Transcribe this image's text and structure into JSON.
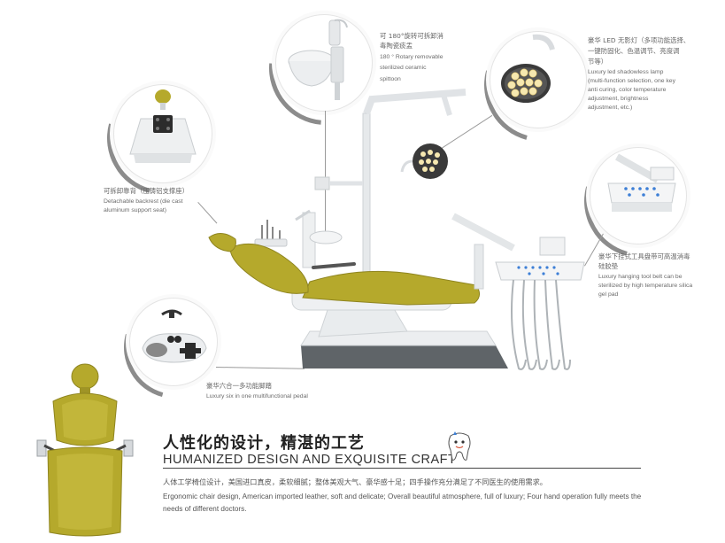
{
  "callouts": {
    "backrest": {
      "zh": "可拆卸靠背（压铸铝支撑座）",
      "en_1": "Detachable backrest (die cast",
      "en_2": "aluminum support seat)"
    },
    "spittoon": {
      "zh_1": "可 180°旋转可拆卸消",
      "zh_2": "毒陶瓷痰盂",
      "en_1": "180 ° Rotary removable",
      "en_2": "sterilized ceramic",
      "en_3": "spittoon"
    },
    "lamp": {
      "zh_1": "豪华 LED 无影灯（多项功能选择、",
      "zh_2": "一键防固化、色温调节、亮度调",
      "zh_3": "节等）",
      "en_1": "Luxury led shadowless lamp",
      "en_2": "(multi-function selection, one key",
      "en_3": "anti curing, color temperature",
      "en_4": "adjustment, brightness",
      "en_5": "adjustment, etc.)"
    },
    "toolbelt": {
      "zh_1": "豪华下挂式工具盘带可高温消毒",
      "zh_2": "硅胶垫",
      "en_1": "Luxury hanging tool belt can be",
      "en_2": "sterilized by high temperature silica",
      "en_3": "gel pad"
    },
    "pedal": {
      "zh": "豪华六合一多功能脚踏",
      "en": "Luxury six in one multifunctional pedal"
    }
  },
  "section": {
    "title_zh": "人性化的设计，精湛的工艺",
    "title_en": "HUMANIZED DESIGN AND EXQUISITE CRAFT",
    "desc_zh": "人体工学椅位设计，美国进口真皮，柔软细腻；整体美观大气、豪华感十足；四手操作充分满足了不同医生的使用需求。",
    "desc_en_1": "Ergonomic chair design, American imported leather, soft and delicate; Overall beautiful atmosphere, full of luxury; Four hand operation fully meets the",
    "desc_en_2": "needs of different doctors."
  },
  "colors": {
    "upholstery": "#b5a92c",
    "upholstery_dark": "#8f8520",
    "frame": "#e9ecee",
    "base": "#5f6468",
    "accent_blue": "#3d7fd6"
  }
}
